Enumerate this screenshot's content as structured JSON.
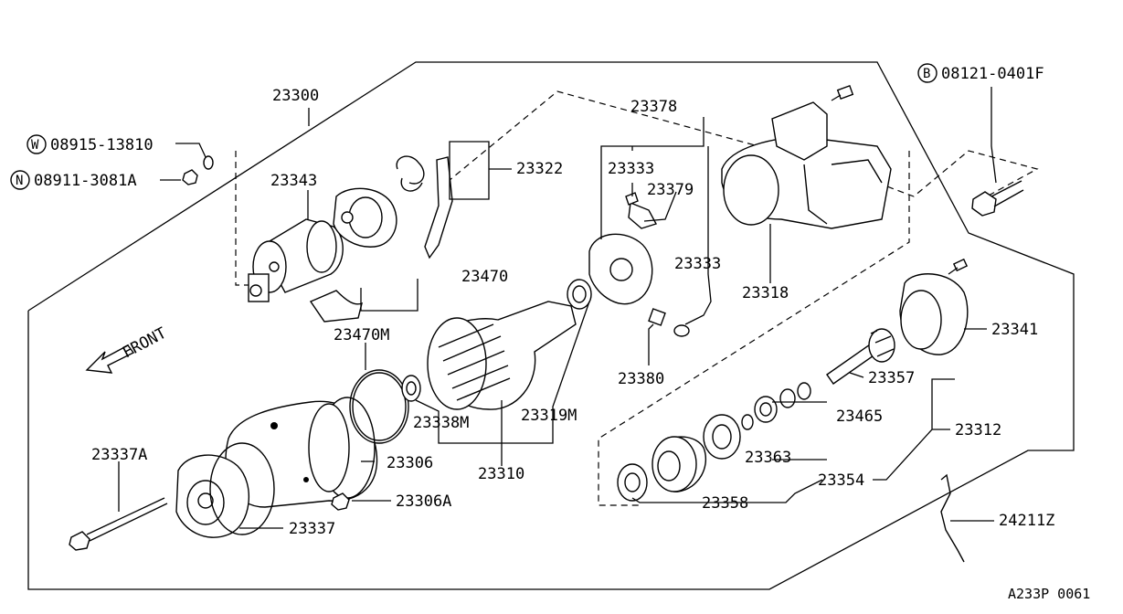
{
  "diagram": {
    "part_labels": {
      "p23300": "23300",
      "p23343": "23343",
      "p23322": "23322",
      "p23378": "23378",
      "p23333a": "23333",
      "p23379": "23379",
      "p23333b": "23333",
      "p23318": "23318",
      "p23470": "23470",
      "p23470m": "23470M",
      "p23338m": "23338M",
      "p23319m": "23319M",
      "p23310": "23310",
      "p23380": "23380",
      "p23341": "23341",
      "p23357": "23357",
      "p23465": "23465",
      "p23312": "23312",
      "p23363": "23363",
      "p23354": "23354",
      "p23358": "23358",
      "p24211z": "24211Z",
      "p23306": "23306",
      "p23306a": "23306A",
      "p23337a": "23337A",
      "p23337": "23337"
    },
    "circled_parts": {
      "w_letter": "W",
      "w_number": "08915-13810",
      "n_letter": "N",
      "n_number": "08911-3081A",
      "b_letter": "B",
      "b_number": "08121-0401F"
    },
    "front_label": "FRONT",
    "drawing_code": "A233P 0061"
  }
}
